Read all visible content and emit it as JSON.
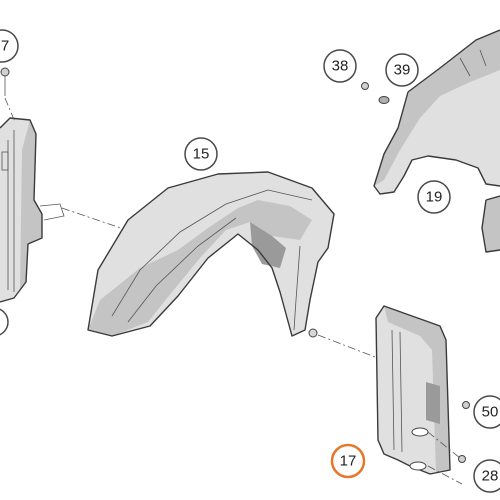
{
  "callouts": [
    {
      "id": "c7",
      "label": "7",
      "highlight": false
    },
    {
      "id": "c38",
      "label": "38",
      "highlight": false
    },
    {
      "id": "c39",
      "label": "39",
      "highlight": false
    },
    {
      "id": "c15",
      "label": "15",
      "highlight": false
    },
    {
      "id": "c19",
      "label": "19",
      "highlight": false
    },
    {
      "id": "c50",
      "label": "50",
      "highlight": false
    },
    {
      "id": "c17",
      "label": "17",
      "highlight": true
    },
    {
      "id": "c28",
      "label": "28",
      "highlight": false
    }
  ],
  "colors": {
    "callout_circle": "#4a4a4a",
    "highlight_circle": "#e8762c",
    "part_fill": "#e0e0e0",
    "line": "#3a3a3a"
  }
}
